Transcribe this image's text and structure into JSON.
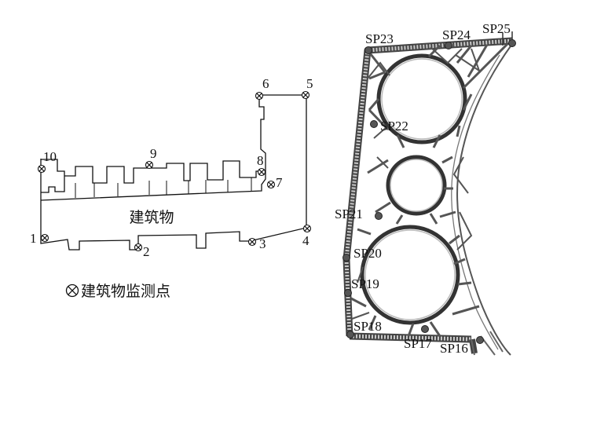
{
  "building_plan": {
    "building_label": "建筑物",
    "legend_text": "建筑物监测点",
    "legend_icon": "circle-cross-icon",
    "monitoring_points": [
      "1",
      "2",
      "3",
      "4",
      "5",
      "6",
      "7",
      "8",
      "9",
      "10"
    ]
  },
  "support_plan": {
    "points": [
      "SP16",
      "SP17",
      "SP18",
      "SP19",
      "SP20",
      "SP21",
      "SP22",
      "SP23",
      "SP24",
      "SP25"
    ],
    "marker_color": "#555555",
    "line_color": "#333333"
  }
}
